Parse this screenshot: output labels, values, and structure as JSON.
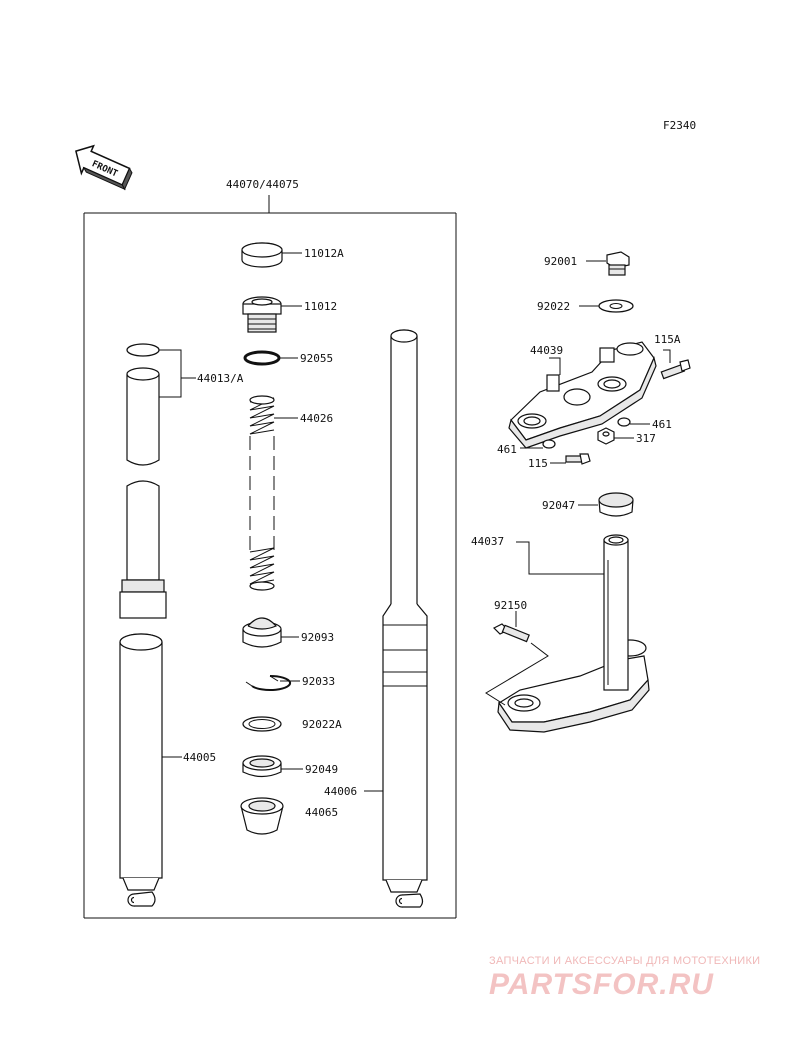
{
  "figure_code": "F2340",
  "front_label": "FRONT",
  "group_label": "44070/44075",
  "parts": {
    "cap": "11012A",
    "plug": "11012",
    "oring": "92055",
    "bushings": "44013/A",
    "spring": "44026",
    "inner_tube_right": "44006",
    "outer_tube": "44005",
    "seal": "92093",
    "circlip": "92033",
    "washer_a": "92022A",
    "oil_seal": "92049",
    "guide": "44065",
    "bolt_top": "92001",
    "washer_top": "92022",
    "upper_bracket": "44039",
    "bolt_115a": "115A",
    "nut_461_right": "461",
    "nut_317": "317",
    "nut_461_left": "461",
    "bolt_115": "115",
    "cap_92047": "92047",
    "stem": "44037",
    "bolt_92150": "92150"
  },
  "watermark": {
    "tagline": "ЗАПЧАСТИ И АКСЕССУАРЫ ДЛЯ МОТОТЕХНИКИ",
    "brand": "PARTSFOR.RU"
  }
}
